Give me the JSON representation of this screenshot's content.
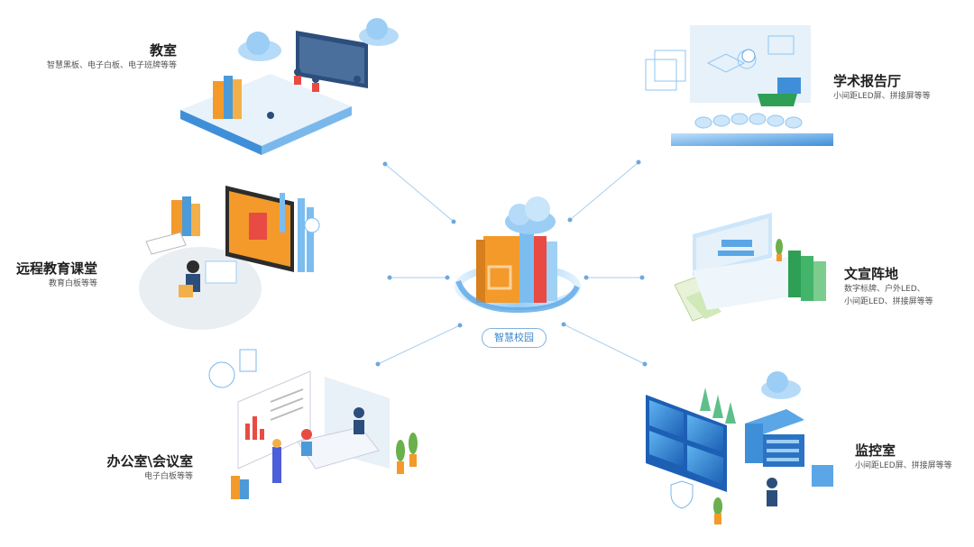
{
  "center": {
    "label": "智慧校园"
  },
  "nodes": [
    {
      "id": "classroom",
      "title": "教室",
      "desc": [
        "智慧黑板、电子白板、电子班牌等等"
      ]
    },
    {
      "id": "lecture-hall",
      "title": "学术报告厅",
      "desc": [
        "小间距LED屏、拼接屏等等"
      ]
    },
    {
      "id": "remote-class",
      "title": "远程教育课堂",
      "desc": [
        "教育白板等等"
      ]
    },
    {
      "id": "culture",
      "title": "文宣阵地",
      "desc": [
        "数字标牌、户外LED、",
        "小间距LED、拼接屏等等"
      ]
    },
    {
      "id": "office",
      "title": "办公室\\会议室",
      "desc": [
        "电子白板等等"
      ]
    },
    {
      "id": "monitor",
      "title": "监控室",
      "desc": [
        "小间距LED屏、拼接屏等等"
      ]
    }
  ],
  "colors": {
    "accent": "#3a86c8",
    "line": "#a9cdeb",
    "orange": "#f39a2b"
  }
}
